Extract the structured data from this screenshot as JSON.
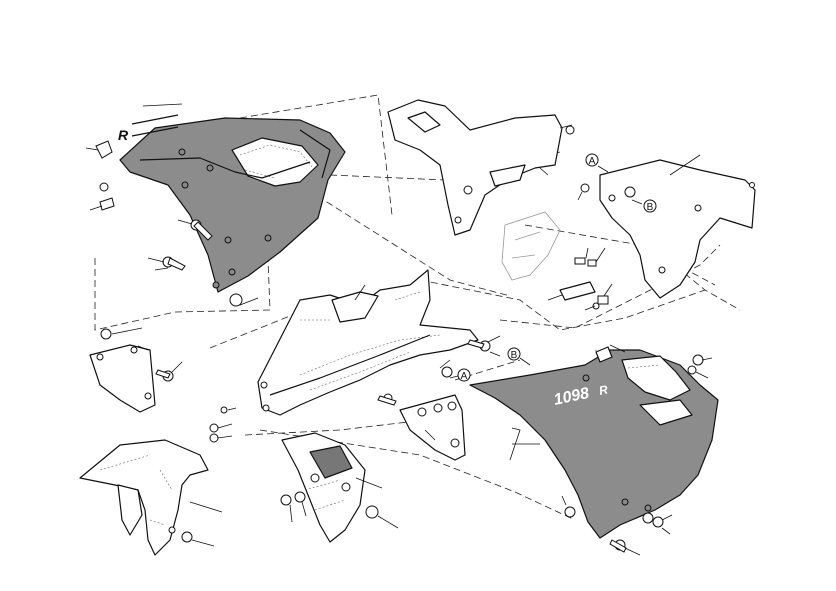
{
  "callouts": {
    "a_label": "A",
    "b_label": "B"
  },
  "logos": {
    "upper_left_fairing": "R",
    "right_fairing_model": "1098",
    "right_fairing_suffix": "R"
  },
  "colors": {
    "fairing_grey": "#8c8c8c",
    "line": "#111111",
    "background": "#ffffff"
  }
}
